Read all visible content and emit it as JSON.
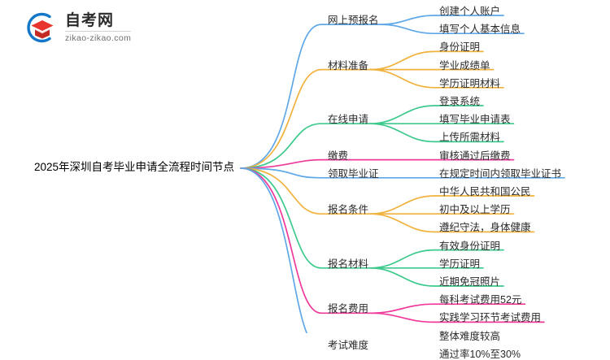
{
  "logo": {
    "icon": "graduation-cap-logo-icon",
    "brand_name": "自考网",
    "brand_domain": "zikao-zikao.com"
  },
  "mindmap": {
    "root": "2025年深圳自考毕业申请全流程时间节点",
    "palette": {
      "blue": "#5FA8E8",
      "orange": "#F0B23C",
      "green": "#3CC98C",
      "pink": "#F0389B"
    },
    "branches": [
      {
        "label": "网上预报名",
        "color": "#5FA8E8",
        "children": [
          {
            "label": "创建个人账户"
          },
          {
            "label": "填写个人基本信息"
          }
        ]
      },
      {
        "label": "材料准备",
        "color": "#F0B23C",
        "children": [
          {
            "label": "身份证明"
          },
          {
            "label": "学业成绩单"
          },
          {
            "label": "学历证明材料"
          }
        ]
      },
      {
        "label": "在线申请",
        "color": "#3CC98C",
        "children": [
          {
            "label": "登录系统"
          },
          {
            "label": "填写毕业申请表"
          },
          {
            "label": "上传所需材料"
          }
        ]
      },
      {
        "label": "缴费",
        "color": "#F0389B",
        "children": [
          {
            "label": "审核通过后缴费"
          }
        ]
      },
      {
        "label": "领取毕业证",
        "color": "#5FA8E8",
        "children": [
          {
            "label": "在规定时间内领取毕业证书"
          }
        ]
      },
      {
        "label": "报名条件",
        "color": "#F0B23C",
        "children": [
          {
            "label": "中华人民共和国公民"
          },
          {
            "label": "初中及以上学历"
          },
          {
            "label": "遵纪守法，身体健康"
          }
        ]
      },
      {
        "label": "报名材料",
        "color": "#3CC98C",
        "children": [
          {
            "label": "有效身份证明"
          },
          {
            "label": "学历证明"
          },
          {
            "label": "近期免冠照片"
          }
        ]
      },
      {
        "label": "报名费用",
        "color": "#F0389B",
        "children": [
          {
            "label": "每科考试费用52元"
          },
          {
            "label": "实践学习环节考试费用"
          }
        ]
      },
      {
        "label": "考试难度",
        "color": "#5FA8E8",
        "children": [
          {
            "label": "整体难度较高"
          },
          {
            "label": "通过率10%至30%"
          }
        ]
      }
    ]
  }
}
